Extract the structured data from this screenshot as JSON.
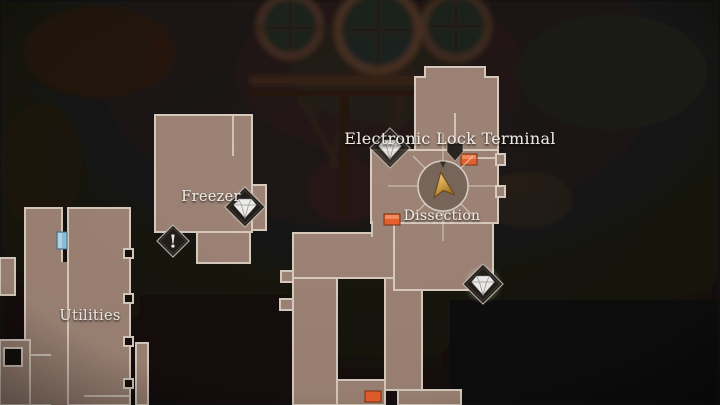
{
  "colors": {
    "background": "#141110",
    "map_fill": "#9e8476",
    "wall": "#d9cdc0",
    "label_text": "#f1ede6",
    "door_orange": "#e8602d",
    "door_blue": "#92c3de",
    "gem_white": "#f1f0ee",
    "icon_badge": "#241f1b",
    "player_arrow_light": "#f2d488",
    "player_arrow_dark": "#a8762c"
  },
  "labels": {
    "electronic_lock_terminal": "Electronic Lock Terminal",
    "freezer": "Freezer",
    "dissection": "Dissection",
    "utilities": "Utilities"
  },
  "icons": {
    "exclamation_glyph": "!",
    "player_marker": "player-position-arrow",
    "gem_marker_count": 3,
    "exclamation_marker_count": 1,
    "orange_door_marker_count": 3,
    "blue_door_marker_count": 1,
    "triangle_door_marker_count": 1
  }
}
